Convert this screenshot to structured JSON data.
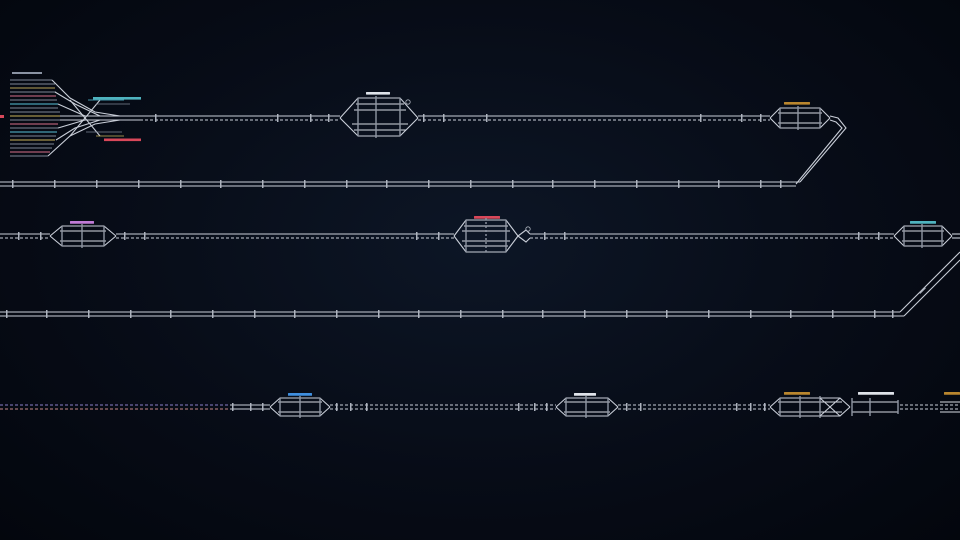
{
  "app": {
    "name": "",
    "view": "railway-track-map"
  },
  "colors": {
    "background": "#070c17",
    "track": "#c9ced8",
    "label_orange": "#b9862e",
    "label_magenta": "#c07bd6",
    "label_red": "#d9485a",
    "label_teal": "#4fb3bf",
    "label_blue": "#3f8fe0",
    "label_white": "#dfe3ea",
    "yard_cyan": "#59c2d8",
    "yard_pink": "#d8708a",
    "yard_yellow": "#c9b35a"
  },
  "stations": [
    {
      "id": "stn-terminus-west",
      "label": "",
      "color": "#8a93a3"
    },
    {
      "id": "stn-row1-a",
      "label": "",
      "color": "#dfe3ea"
    },
    {
      "id": "stn-row1-b",
      "label": "",
      "color": "#b9862e"
    },
    {
      "id": "stn-row2-a",
      "label": "",
      "color": "#c07bd6"
    },
    {
      "id": "stn-row2-b",
      "label": "",
      "color": "#d9485a"
    },
    {
      "id": "stn-row2-c",
      "label": "",
      "color": "#4fb3bf"
    },
    {
      "id": "stn-row3-a",
      "label": "",
      "color": "#3f8fe0"
    },
    {
      "id": "stn-row3-b",
      "label": "",
      "color": "#dfe3ea"
    },
    {
      "id": "stn-row3-c",
      "label": "",
      "color": "#b9862e"
    },
    {
      "id": "stn-row3-d",
      "label": "",
      "color": "#dfe3ea"
    },
    {
      "id": "stn-row3-e",
      "label": "",
      "color": "#b9862e"
    }
  ]
}
